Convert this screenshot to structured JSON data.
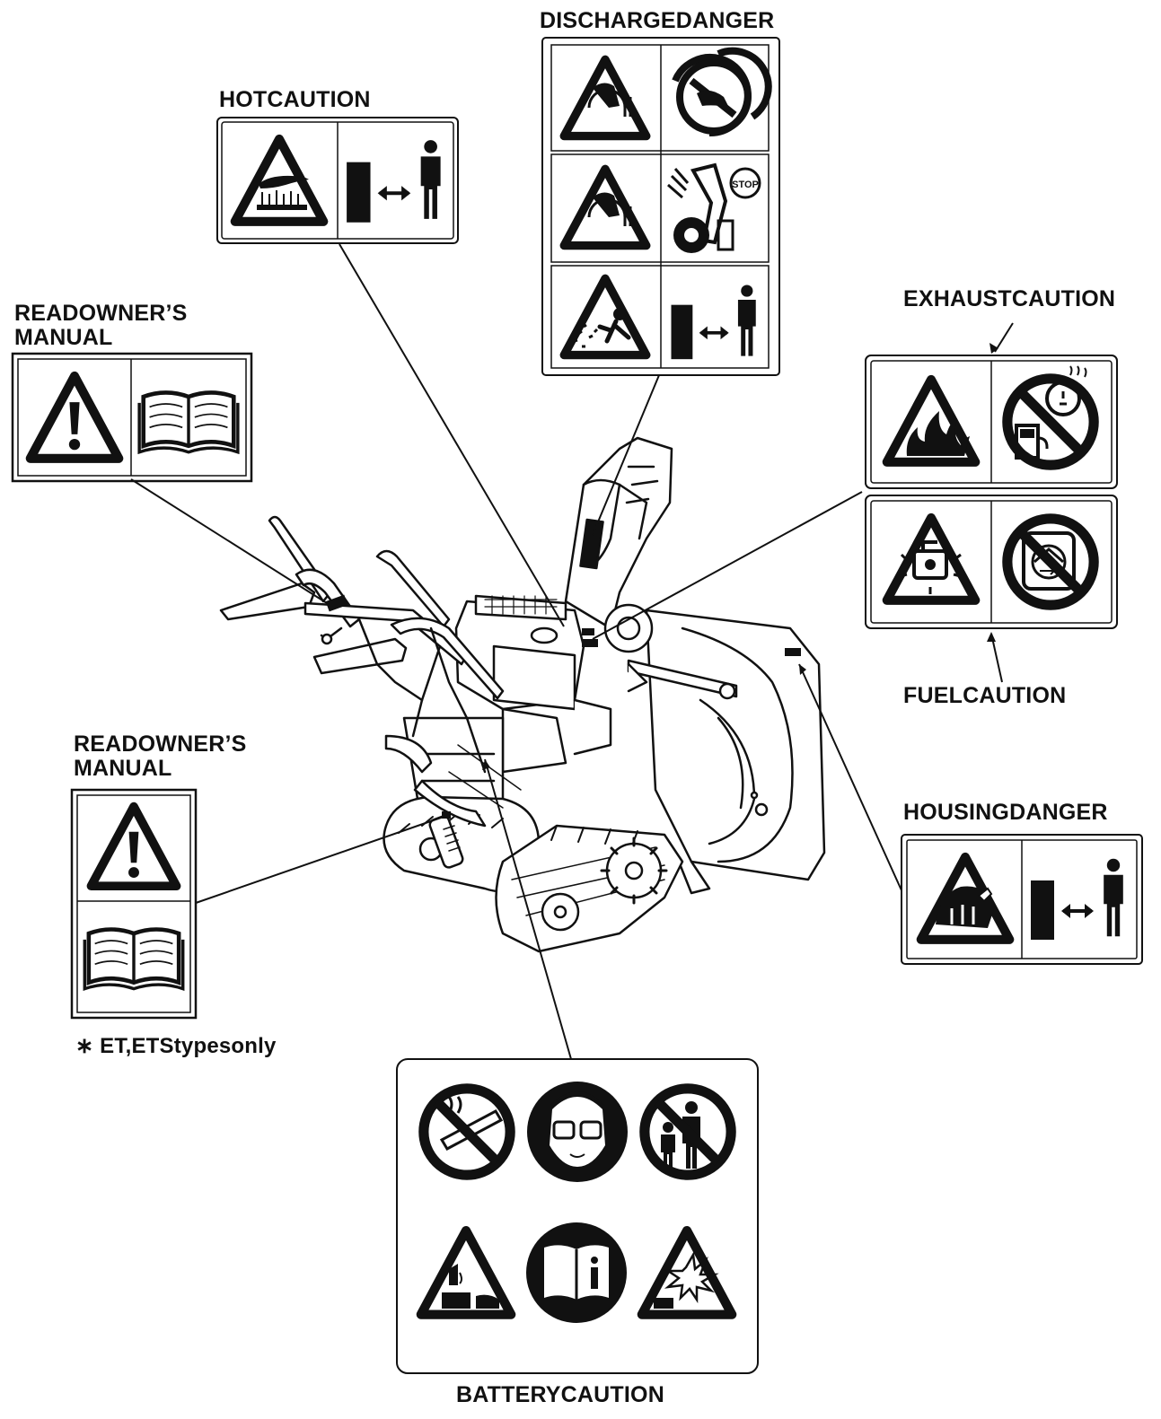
{
  "labels": {
    "discharge": "DISCHARGEDANGER",
    "hot": "HOTCAUTION",
    "read1_line1": "READOWNER’S",
    "read1_line2": "MANUAL",
    "exhaust": "EXHAUSTCAUTION",
    "fuel": "FUELCAUTION",
    "read2_line1": "READOWNER’S",
    "read2_line2": "MANUAL",
    "housing": "HOUSINGDANGER",
    "battery": "BATTERYCAUTION",
    "note": "∗ ET,ETStypesonly"
  },
  "colors": {
    "ink": "#111111",
    "paper": "#ffffff"
  },
  "icons": {
    "discharge": [
      "hand-in-auger-warning-icon",
      "no-hands-in-rotor-icon",
      "hand-in-auger-warning-icon",
      "clear-chute-with-tool-stop-icon",
      "flying-debris-warning-icon",
      "keep-distance-icon"
    ],
    "hot": [
      "hot-surface-warning-icon",
      "keep-distance-icon"
    ],
    "read_manual": [
      "exclamation-warning-icon",
      "open-book-icon"
    ],
    "exhaust": [
      "fire-warning-icon",
      "no-refuel-running-icon"
    ],
    "fuel": [
      "fuel-explosion-warning-icon",
      "no-fuel-hot-engine-icon"
    ],
    "housing": [
      "auger-housing-warning-icon",
      "keep-distance-icon"
    ],
    "battery": [
      "no-smoking-icon",
      "eye-protection-icon",
      "keep-children-away-icon",
      "corrosive-acid-warning-icon",
      "read-manual-info-icon",
      "explosive-gas-warning-icon"
    ]
  }
}
